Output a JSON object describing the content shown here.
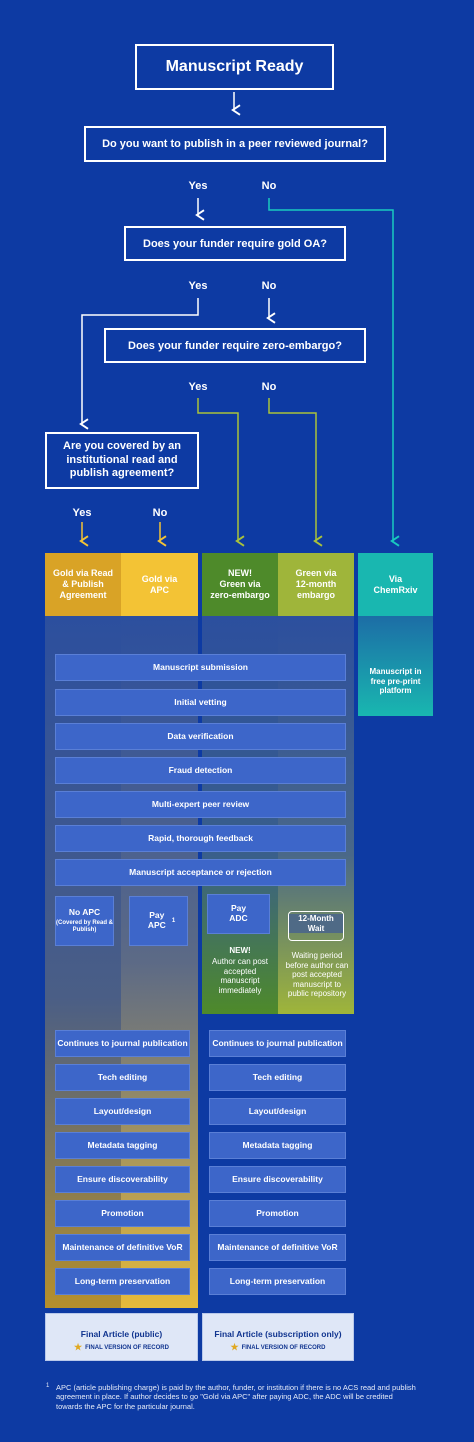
{
  "title": "Manuscript Ready",
  "questions": {
    "q1": "Do you want to publish in a peer reviewed journal?",
    "q2": "Does your funder require gold OA?",
    "q3": "Does your funder require zero-embargo?",
    "q4": "Are you covered by an institutional read and publish agreement?"
  },
  "answers": {
    "yes": "Yes",
    "no": "No"
  },
  "routes": {
    "gold_rp": "Gold via Read & Publish Agreement",
    "gold_apc": "Gold via APC",
    "green_zero_new": "NEW!",
    "green_zero": "Green via zero-embargo",
    "green_12": "Green via 12-month embargo",
    "chemrxiv": "Via ChemRxiv"
  },
  "chemrxiv_note": "Manuscript in free pre-print platform",
  "shared_steps": [
    "Manuscript submission",
    "Initial vetting",
    "Data verification",
    "Fraud detection",
    "Multi-expert peer review",
    "Rapid, thorough feedback",
    "Manuscript acceptance or rejection"
  ],
  "payment": {
    "no_apc": "No APC",
    "no_apc_note": "(Covered by Read & Publish)",
    "pay_apc": "Pay APC",
    "pay_apc_sup": "1",
    "pay_adc": "Pay ADC",
    "adc_new": "NEW!",
    "adc_note": "Author can post accepted manuscript immediately",
    "wait_12": "12-Month Wait",
    "wait_note": "Waiting period before author can post accepted manuscript to public repository"
  },
  "journal_steps": [
    "Continues to journal publication",
    "Tech editing",
    "Layout/design",
    "Metadata tagging",
    "Ensure discoverability",
    "Promotion",
    "Maintenance of definitive VoR",
    "Long-term preservation"
  ],
  "final": {
    "public": "Final Article (public)",
    "subscription": "Final Article (subscription only)",
    "vor": "FINAL VERSION OF RECORD"
  },
  "footnote": {
    "mark": "1",
    "text": "APC (article publishing charge) is paid by the author, funder, or institution if there is no ACS read and publish agreement in place. If author decides to go \"Gold via APC\" after paying ADC, the ADC will be credited towards the APC for the particular journal."
  },
  "colors": {
    "background": "#0d3aa3",
    "gold_dark": "#d9a326",
    "gold_light": "#f3c335",
    "green_dark": "#4e8a2a",
    "green_light": "#9fb53a",
    "teal": "#19b7b0",
    "step": "#3d66c9"
  }
}
